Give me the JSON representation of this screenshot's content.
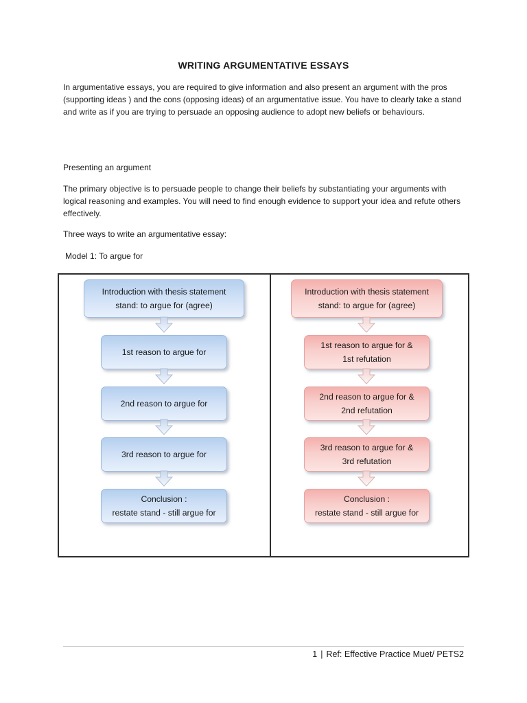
{
  "document": {
    "title": "WRITING ARGUMENTATIVE ESSAYS",
    "intro_paragraph": "In argumentative essays, you are required to give information and also present an argument with the pros (supporting ideas ) and the cons (opposing ideas) of an argumentative issue. You have to clearly take a stand and write as if you are trying to persuade an opposing audience to adopt new beliefs or behaviours.",
    "presenting_heading": "Presenting an argument",
    "objective_paragraph": "The primary objective is to persuade people to change their beliefs by substantiating your arguments with logical reasoning and examples. You will need to find enough evidence to support your idea and refute others effectively.",
    "three_ways_line": "Three ways to write an argumentative essay:",
    "model_label": "Model 1: To argue for"
  },
  "diagram": {
    "left_column": {
      "theme": "blue",
      "boxes": [
        {
          "lines": [
            "Introduction with thesis statement",
            "stand: to argue for (agree)"
          ]
        },
        {
          "lines": [
            "1st reason to argue for"
          ]
        },
        {
          "lines": [
            "2nd reason to argue for"
          ]
        },
        {
          "lines": [
            "3rd reason to argue for"
          ]
        },
        {
          "lines": [
            "Conclusion :",
            "restate stand - still argue for"
          ]
        }
      ]
    },
    "right_column": {
      "theme": "pink",
      "boxes": [
        {
          "lines": [
            "Introduction with thesis statement",
            "stand: to argue for (agree)"
          ]
        },
        {
          "lines": [
            "1st reason to argue for &",
            "1st refutation"
          ]
        },
        {
          "lines": [
            "2nd reason to argue for &",
            "2nd refutation"
          ]
        },
        {
          "lines": [
            "3rd reason to argue for &",
            "3rd refutation"
          ]
        },
        {
          "lines": [
            "Conclusion :",
            "restate stand - still argue for"
          ]
        }
      ]
    }
  },
  "footer": {
    "page_label": "1",
    "separator": "|",
    "reference": "Ref: Effective Practice Muet/ PETS2"
  },
  "colors": {
    "text": "#1b1b1b",
    "frame-border": "#2e2e2e",
    "blue-top": "#b4cfee",
    "blue-bottom": "#e7f0fc",
    "blue-border": "#9db9de",
    "pink-top": "#f4b0ad",
    "pink-bottom": "#fce4e2",
    "pink-border": "#e5a3a1",
    "footer-rule": "#c9c9c9"
  }
}
